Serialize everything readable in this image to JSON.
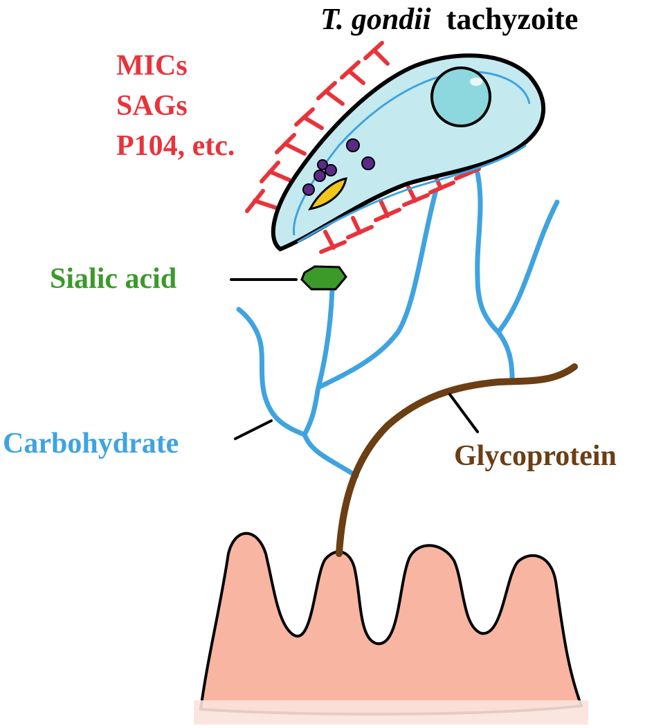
{
  "title": {
    "species": "T. gondii",
    "stage": "tachyzoite"
  },
  "labels": {
    "ligands": [
      "MICs",
      "SAGs",
      "P104, etc."
    ],
    "sialic_acid": "Sialic acid",
    "carbohydrate": "Carbohydrate",
    "glycoprotein": "Glycoprotein"
  },
  "colors": {
    "ligand": "#e8333b",
    "sialic_acid": "#3b9a2a",
    "carbohydrate": "#3fa3e0",
    "glycoprotein": "#6b3e14",
    "host_cell": "#f7b5a2",
    "parasite_body": "#c4eaf0",
    "nucleus": "#8dd7de",
    "granules": "#5b2a86",
    "apicoplast": "#f2c71b",
    "outline": "#000000"
  }
}
